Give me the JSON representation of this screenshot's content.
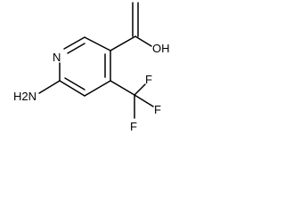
{
  "molecule": {
    "atom_labels": {
      "nitrogen": "N",
      "amine": "H2N",
      "hydroxyl": "OH",
      "fluorine_top": "F",
      "fluorine_right": "F",
      "fluorine_bottom": "F"
    },
    "bond_color": "#000000"
  }
}
